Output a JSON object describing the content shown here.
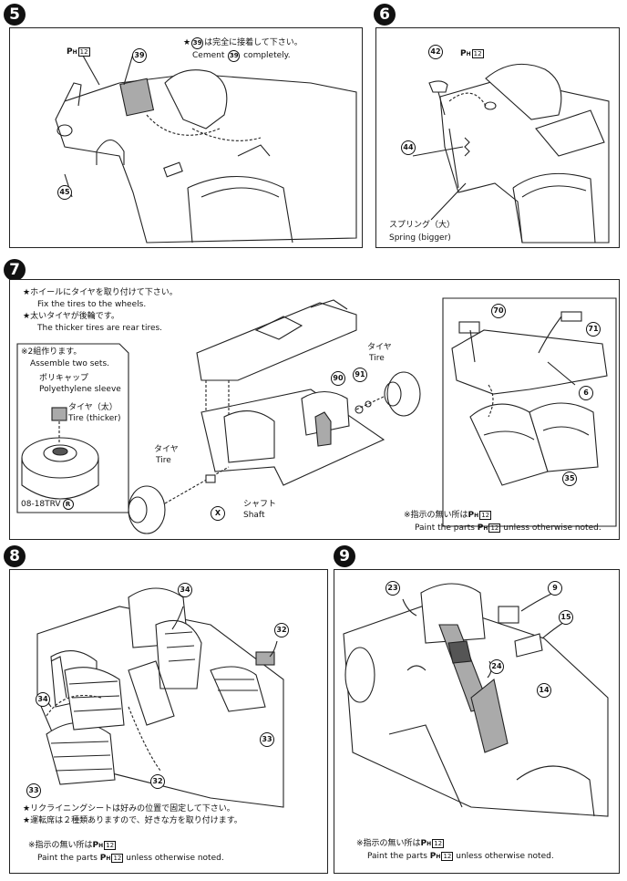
{
  "steps": {
    "s5": {
      "num": "5",
      "p_label": "P",
      "p_sub": "H",
      "p_code": "12",
      "part_39": "39",
      "part_45": "45",
      "note_jp_pre": "★",
      "note_jp_part": "39",
      "note_jp_post": "は完全に接着して下さい。",
      "note_en_pre": "Cement",
      "note_en_part": "39",
      "note_en_post": "completely."
    },
    "s6": {
      "num": "6",
      "part_42": "42",
      "part_44": "44",
      "p_label": "P",
      "p_sub": "H",
      "p_code": "12",
      "spring_jp": "スプリング（大）",
      "spring_en": "Spring (bigger)"
    },
    "s7": {
      "num": "7",
      "line1_jp": "★ホイールにタイヤを取り付けて下さい。",
      "line1_en": "Fix the tires to the wheels.",
      "line2_jp": "★太いタイヤが後輪です。",
      "line2_en": "The thicker tires are rear tires.",
      "inset_jp": "※2組作ります。",
      "inset_en": "Assemble two sets.",
      "poly_jp": "ポリキャップ",
      "poly_en": "Polyethylene sleeve",
      "tire_thick_jp": "タイヤ（太）",
      "tire_thick_en": "Tire (thicker)",
      "code": "08-18TRV",
      "code_mark": "R",
      "tire_jp": "タイヤ",
      "tire_en": "Tire",
      "tire2_jp": "タイヤ",
      "tire2_en": "Tire",
      "shaft_jp": "シャフト",
      "shaft_en": "Shaft",
      "x_mark": "X",
      "part_90": "90",
      "part_91": "91",
      "part_70": "70",
      "part_71": "71",
      "part_6": "6",
      "part_35": "35",
      "paint_jp_pre": "※指示の無い所は",
      "paint_en_pre": "Paint the parts",
      "paint_en_post": "unless otherwise noted.",
      "p_label": "P",
      "p_sub": "H",
      "p_code": "12"
    },
    "s8": {
      "num": "8",
      "part_34a": "34",
      "part_34b": "34",
      "part_32a": "32",
      "part_32b": "32",
      "part_33a": "33",
      "part_33b": "33",
      "note1_jp": "★リクライニングシートは好みの位置で固定して下さい。",
      "note2_jp": "★運転席は２種類ありますので、好きな方を取り付けます。",
      "paint_jp_pre": "※指示の無い所は",
      "paint_en_pre": "Paint the parts",
      "paint_en_post": "unless otherwise noted.",
      "p_label": "P",
      "p_sub": "H",
      "p_code": "12"
    },
    "s9": {
      "num": "9",
      "part_23": "23",
      "part_9": "9",
      "part_15": "15",
      "part_24": "24",
      "part_14": "14",
      "paint_jp_pre": "※指示の無い所は",
      "paint_en_pre": "Paint the parts",
      "paint_en_post": "unless otherwise noted.",
      "p_label": "P",
      "p_sub": "H",
      "p_code": "12"
    }
  }
}
